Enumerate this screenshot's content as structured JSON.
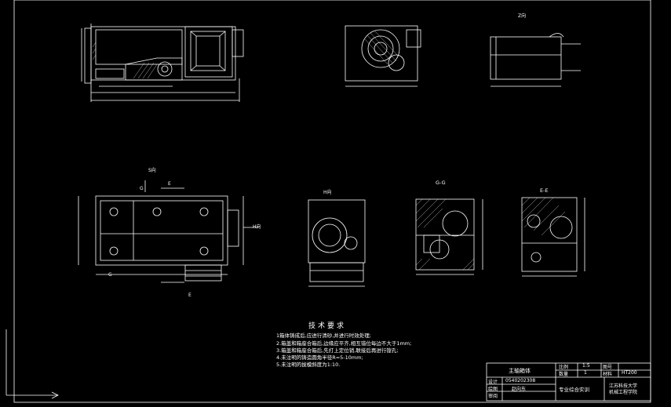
{
  "views": {
    "top_label": "Z向",
    "s_direction": "S向",
    "h_direction": "H向",
    "h_label": "H向",
    "section_gg": "G-G",
    "section_ee": "E-E",
    "mark_g_top": "G",
    "mark_g_bottom": "G",
    "mark_e_top": "E",
    "mark_e_bottom": "E"
  },
  "notes": {
    "title": "技术要求",
    "lines": [
      "1箱体铸成后,应进行清砂,并进行时效处理;",
      "2.箱盖和箱座合箱后,边缘应平齐,相互错位每边不大于1mm;",
      "3.箱盖和箱座合箱后,先打上定位销,联接后再进行镗孔;",
      "4.未注明的铸造圆角半径R=5-10mm;",
      "5.未注明的拔模斜度为1:10."
    ]
  },
  "title_block": {
    "part_name": "主轴箱体",
    "scale_label": "比例",
    "scale_value": "1:5",
    "drawing_no_label": "图号",
    "qty_label": "数量",
    "qty_value": "1",
    "material_label": "材料",
    "material_value": "HT200",
    "design_label": "设计",
    "design_value": "0540202308",
    "draw_label": "绘图",
    "draw_value": "赵向东",
    "review_label": "审阅",
    "course": "专业综合实训",
    "school_line1": "江苏科技大学",
    "school_line2": "机械工程学院"
  },
  "colors": {
    "background": "#000000",
    "lines": "#ffffff"
  }
}
